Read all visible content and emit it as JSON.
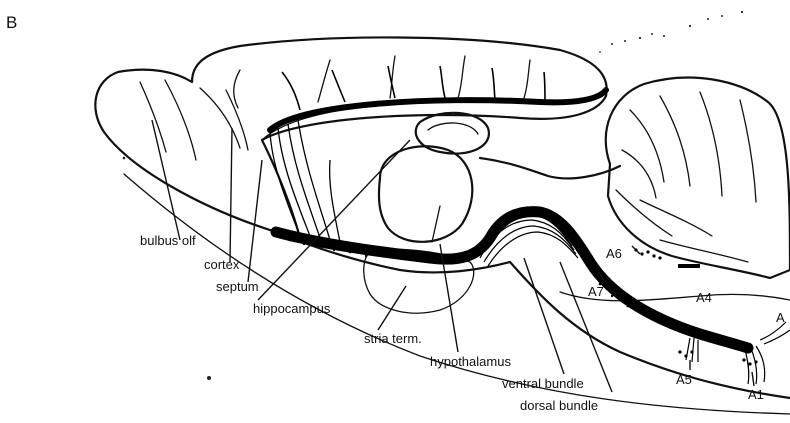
{
  "figure": {
    "panel_letter": "B",
    "labels": {
      "bulbus_olf": "bulbus olf",
      "cortex": "cortex",
      "septum": "septum",
      "hippocampus": "hippocampus",
      "stria_term": "stria term.",
      "hypothalamus": "hypothalamus",
      "ventral_bundle": "ventral bundle",
      "dorsal_bundle": "dorsal bundle",
      "a6": "A6",
      "a7": "A7",
      "a4": "A4",
      "a5": "A5",
      "a1": "A1",
      "a_edge": "A"
    }
  }
}
